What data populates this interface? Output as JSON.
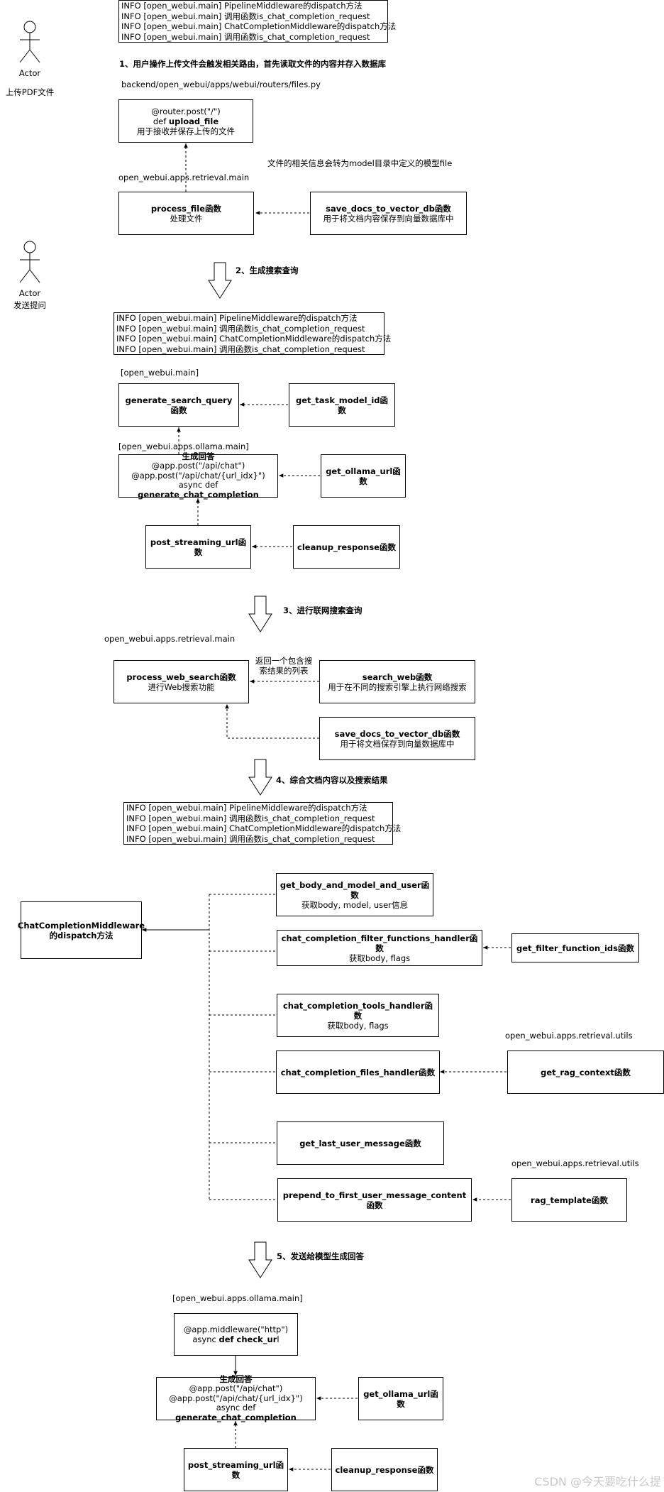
{
  "info_lines": [
    "INFO  [open_webui.main] PipelineMiddleware的dispatch方法",
    "INFO  [open_webui.main] 调用函数is_chat_completion_request",
    "INFO  [open_webui.main] ChatCompletionMiddleware的dispatch方法",
    "INFO  [open_webui.main] 调用函数is_chat_completion_request"
  ],
  "actors": {
    "actor1": {
      "name": "Actor",
      "caption": "上传PDF文件"
    },
    "actor2": {
      "name": "Actor",
      "caption": "发送提问"
    }
  },
  "steps": {
    "s1": "1、用户操作上传文件会触发相关路由，首先读取文件的内容并存入数据库",
    "s2": "2、生成搜索查询",
    "s3": "3、进行联网搜索查询",
    "s4": "4、综合文档内容以及搜索结果",
    "s5": "5、发送给模型生成回答"
  },
  "labels": {
    "files_path": "backend/open_webui/apps/webui/routers/files.py",
    "retrieval_main_1": "open_webui.apps.retrieval.main",
    "file_note": "文件的相关信息会转为model目录中定义的模型file",
    "open_webui_main": "[open_webui.main]",
    "ollama_main_1": "[open_webui.apps.ollama.main]",
    "retrieval_main_2": "open_webui.apps.retrieval.main",
    "search_result_note": "返回一个包含搜\n索结果的列表",
    "retrieval_utils_1": "open_webui.apps.retrieval.utils",
    "retrieval_utils_2": "open_webui.apps.retrieval.utils",
    "ollama_main_2": "[open_webui.apps.ollama.main]"
  },
  "boxes": {
    "upload_file": {
      "l1": "@router.post(\"/\")",
      "l2a": "def ",
      "l2b": "upload_file",
      "l3": "用于接收并保存上传的文件"
    },
    "process_file": {
      "t": "process_file函数",
      "s": "处理文件"
    },
    "save_docs_1": {
      "t": "save_docs_to_vector_db函数",
      "s": "用于将文档内容保存到向量数据库中"
    },
    "generate_search_query": {
      "t": "generate_search_query函数"
    },
    "get_task_model_id": {
      "t": "get_task_model_id函数"
    },
    "gen_answer_1": {
      "t": "生成回答",
      "l1": "@app.post(\"/api/chat\")",
      "l2": "@app.post(\"/api/chat/{url_idx}\")",
      "l3a": "async def ",
      "l3b": "generate_chat_completion"
    },
    "get_ollama_url_1": {
      "t": "get_ollama_url函数"
    },
    "post_streaming_url_1": {
      "t": "post_streaming_url函数"
    },
    "cleanup_response_1": {
      "t": "cleanup_response函数"
    },
    "process_web_search": {
      "t": "process_web_search函数",
      "s": "进行Web搜索功能"
    },
    "search_web": {
      "t": "search_web函数",
      "s": "用于在不同的搜索引擎上执行网络搜索"
    },
    "save_docs_2": {
      "t": "save_docs_to_vector_db函数",
      "s": "用于将文档保存到向量数据库中"
    },
    "chat_mw": {
      "t1": "ChatCompletionMiddleware",
      "t2": "的dispatch方法"
    },
    "get_body": {
      "t": "get_body_and_model_and_user函数",
      "s": "获取body, model, user信息"
    },
    "filter_handler": {
      "t": "chat_completion_filter_functions_handler函数",
      "s": "获取body, flags"
    },
    "get_filter_ids": {
      "t": "get_filter_function_ids函数"
    },
    "tools_handler": {
      "t": "chat_completion_tools_handler函数",
      "s": "获取body, flags"
    },
    "files_handler": {
      "t": "chat_completion_files_handler函数"
    },
    "get_rag_context": {
      "t": "get_rag_context函数"
    },
    "get_last_user_message": {
      "t": "get_last_user_message函数"
    },
    "prepend": {
      "t": "prepend_to_first_user_message_content 函数"
    },
    "rag_template": {
      "t": "rag_template函数"
    },
    "check_url": {
      "l1": "@app.middleware(\"http\")",
      "l2a": "async ",
      "l2b": "def check_ur",
      "l2c": "l"
    },
    "gen_answer_2": {
      "t": "生成回答",
      "l1": "@app.post(\"/api/chat\")",
      "l2": "@app.post(\"/api/chat/{url_idx}\")",
      "l3a": "async def ",
      "l3b": "generate_chat_completion"
    },
    "get_ollama_url_2": {
      "t": "get_ollama_url函数"
    },
    "post_streaming_url_2": {
      "t": "post_streaming_url函数"
    },
    "cleanup_response_2": {
      "t": "cleanup_response函数"
    }
  },
  "watermark": "CSDN @今天要吃什么提"
}
